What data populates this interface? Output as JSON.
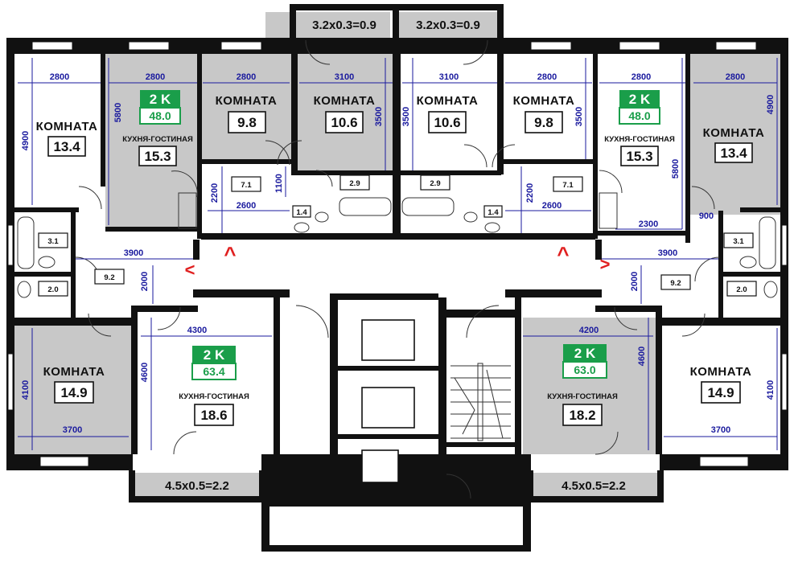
{
  "balconies": {
    "top_left": "3.2x0.3=0.9",
    "top_right": "3.2x0.3=0.9",
    "bottom_left": "4.5x0.5=2.2",
    "bottom_right": "4.5x0.5=2.2"
  },
  "apt_top_left": {
    "badge_type": "2 K",
    "badge_area": "48.0",
    "kitchen_name": "КУХНЯ-ГОСТИНАЯ",
    "kitchen_area": "15.3",
    "room1_name": "КОМНАТА",
    "room1_area": "13.4",
    "room2_name": "КОМНАТА",
    "room2_area": "9.8",
    "hall_area": "9.2",
    "bath_area": "3.1",
    "wc_area": "2.0",
    "corridor_area": "7.1",
    "dims": {
      "room1_width": "2800",
      "room1_height": "4900",
      "kitchen_width": "2800",
      "kitchen_height": "5800",
      "room2_width": "2800",
      "hall_width": "3900",
      "hall_height": "2000",
      "corr_width": "2600",
      "corr_height": "2200"
    }
  },
  "apt_top_center_left": {
    "room_name": "КОМНАТА",
    "room_area": "10.6",
    "bath_area": "2.9",
    "wc_area": "1.4",
    "dims": {
      "width": "3100",
      "height": "3500",
      "corr_height": "1100"
    }
  },
  "apt_top_center_right": {
    "room_name": "КОМНАТА",
    "room_area": "10.6",
    "bath_area": "2.9",
    "wc_area": "1.4",
    "dims": {
      "width": "3100",
      "height": "3500"
    }
  },
  "apt_top_right": {
    "badge_type": "2 K",
    "badge_area": "48.0",
    "kitchen_name": "КУХНЯ-ГОСТИНАЯ",
    "kitchen_area": "15.3",
    "room1_name": "КОМНАТА",
    "room1_area": "13.4",
    "room2_name": "КОМНАТА",
    "room2_area": "9.8",
    "hall_area": "9.2",
    "bath_area": "3.1",
    "wc_area": "2.0",
    "corridor_area": "7.1",
    "dims": {
      "room2_width": "2800",
      "room2_height": "3500",
      "kitchen_width": "2800",
      "kitchen_height": "5800",
      "kitchen_bottom_width": "2300",
      "room1_width": "2800",
      "room1_height": "4900",
      "corr_width": "2600",
      "corr_height": "2200",
      "hall_width": "3900",
      "hall_height": "2000",
      "small": "900"
    }
  },
  "apt_bottom_left": {
    "badge_type": "2 K",
    "badge_area": "63.4",
    "room_name": "КОМНАТА",
    "room_area": "14.9",
    "kitchen_name": "КУХНЯ-ГОСТИНАЯ",
    "kitchen_area": "18.6",
    "dims": {
      "room_width": "3700",
      "room_height": "4100",
      "kitchen_width": "4300",
      "kitchen_height": "4600"
    }
  },
  "apt_bottom_right": {
    "badge_type": "2 K",
    "badge_area": "63.0",
    "room_name": "КОМНАТА",
    "room_area": "14.9",
    "kitchen_name": "КУХНЯ-ГОСТИНАЯ",
    "kitchen_area": "18.2",
    "dims": {
      "room_width": "3700",
      "room_height": "4100",
      "kitchen_width": "4200",
      "kitchen_height": "4600"
    }
  },
  "markers": {
    "caret": "^",
    "chevron_left": "<",
    "chevron_right": ">"
  },
  "colors": {
    "wall": "#111111",
    "shaded_room": "#c8c8c8",
    "badge_green": "#1a9e4a",
    "dimension_blue": "#1a1a9e",
    "marker_red": "#e02020"
  }
}
